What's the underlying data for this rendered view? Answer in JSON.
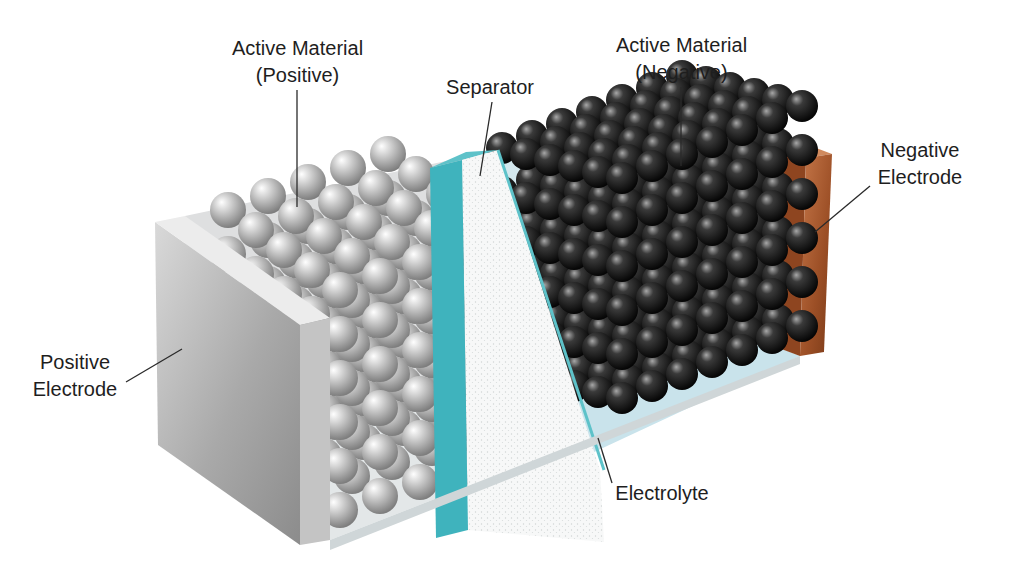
{
  "diagram": {
    "labels": [
      "Active Material (Positive)",
      "Separator",
      "Active Material (Negative)",
      "Negative Electrode",
      "Positive Electrode",
      "Electrolyte"
    ]
  }
}
